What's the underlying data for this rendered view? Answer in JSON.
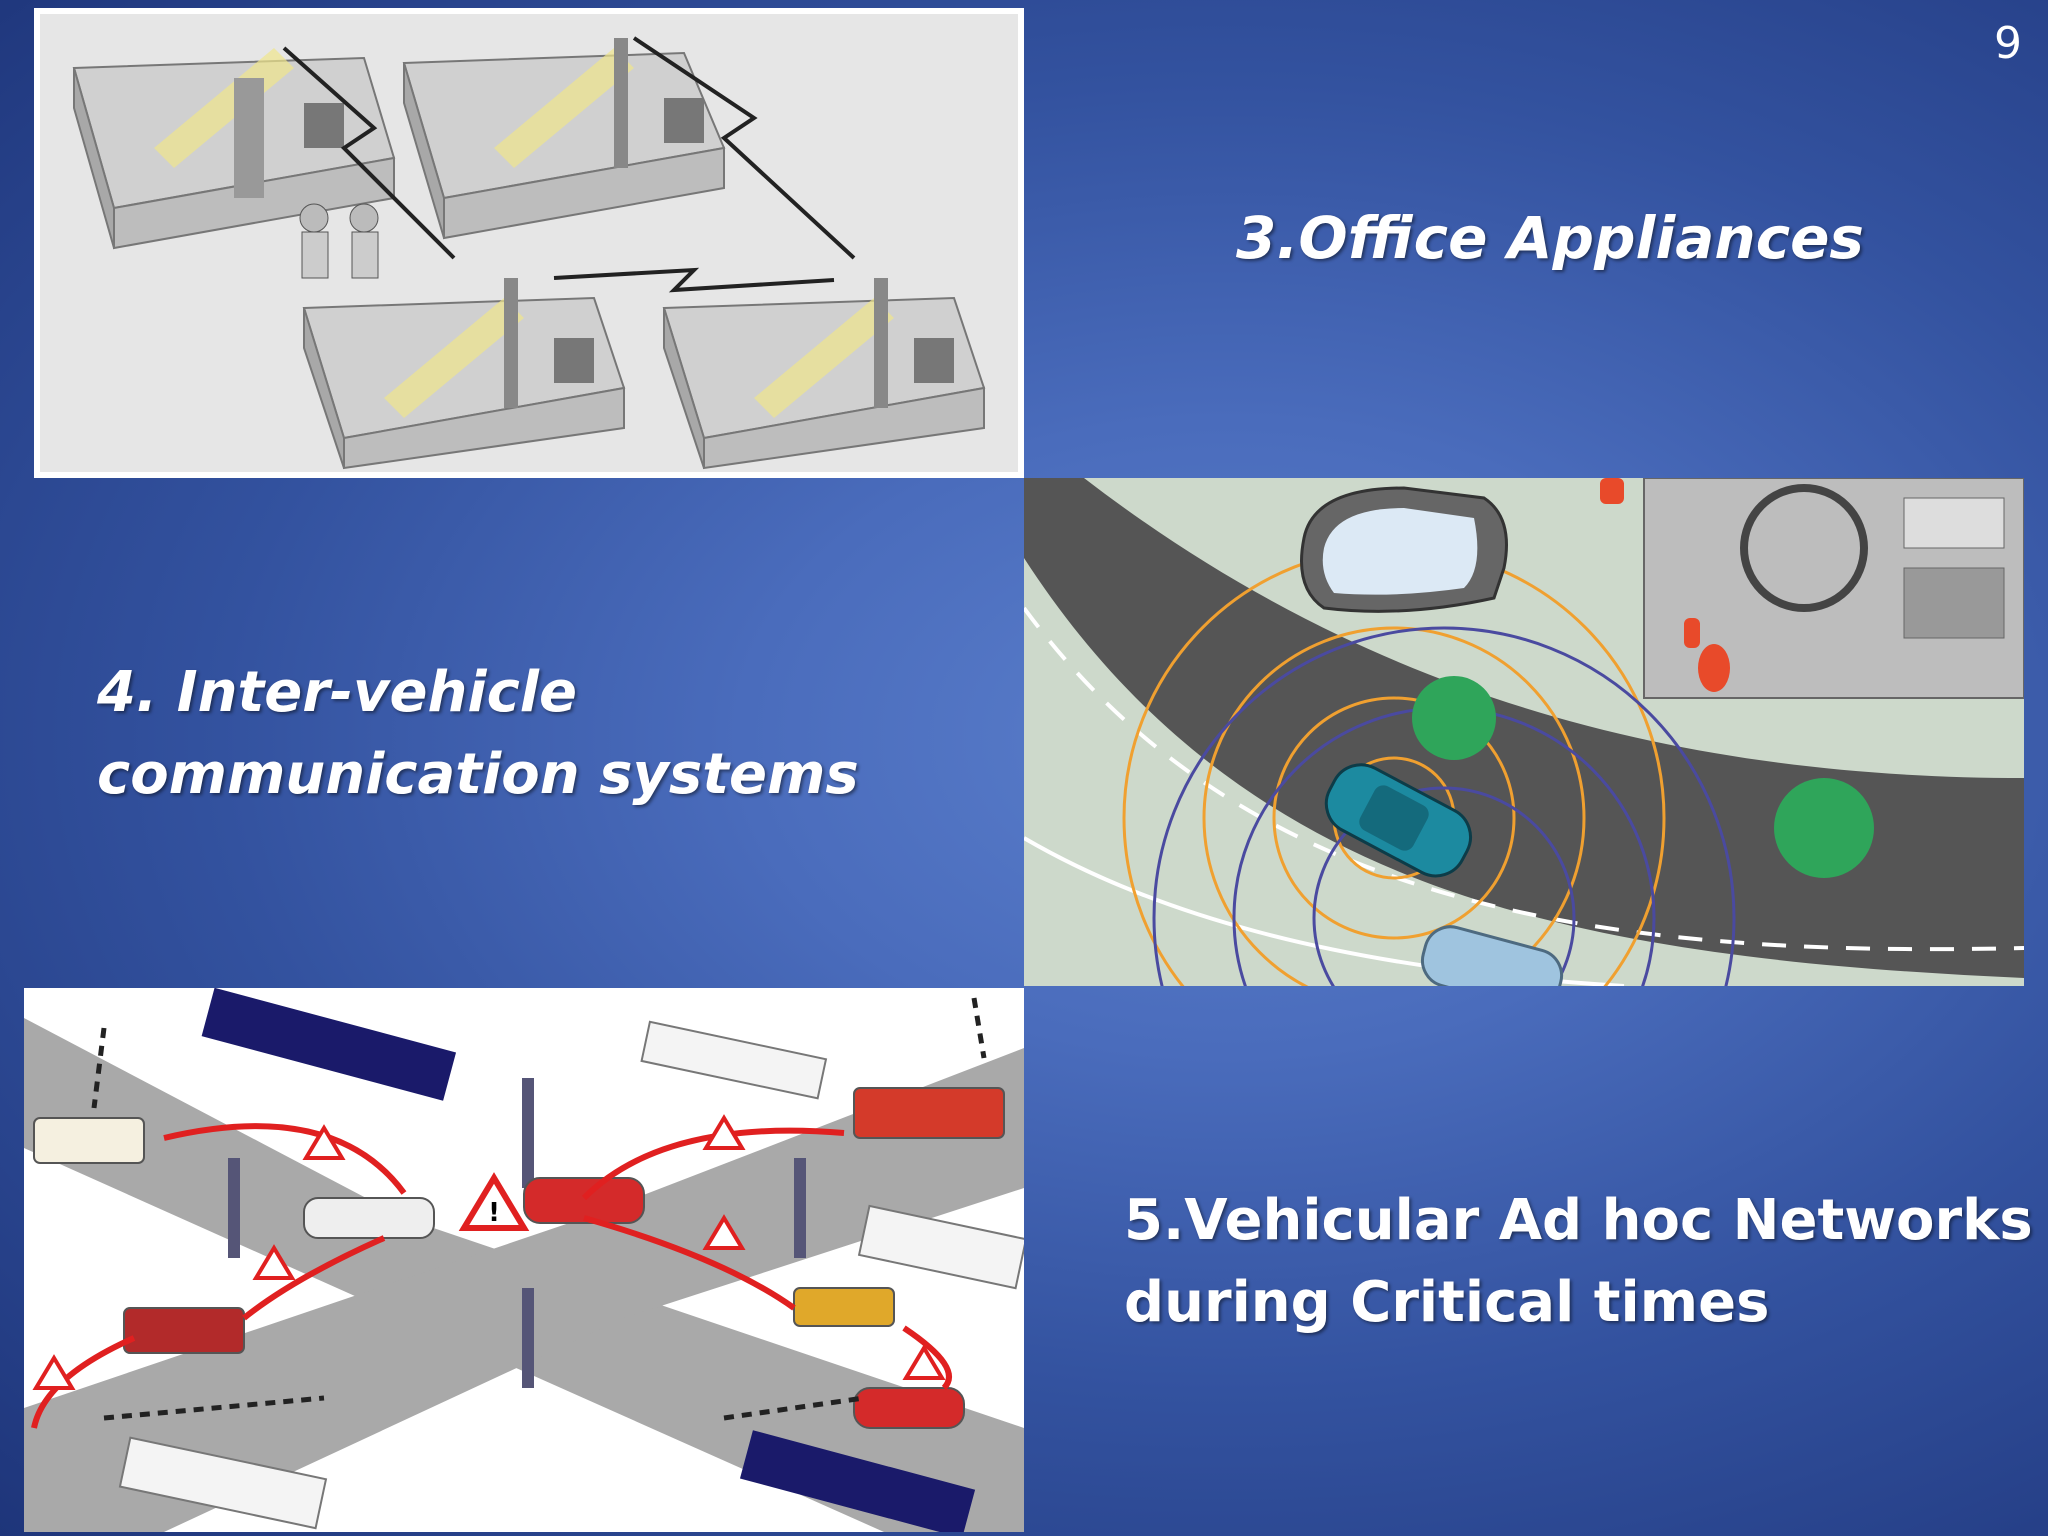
{
  "slide": {
    "number": "9"
  },
  "captions": {
    "office": "3.Office Appliances",
    "intervehicle_line1": "4. Inter-vehicle",
    "intervehicle_line2": "communication systems",
    "vanet_line1": "5.Vehicular Ad hoc Networks",
    "vanet_line2": "during Critical times"
  },
  "colors": {
    "background": "#3a5aa8",
    "caption_text": "#ffffff",
    "signal_ring_orange": "#f0a030",
    "signal_ring_blue": "#4a4aa0",
    "alert_red": "#e02020"
  },
  "illustrations": {
    "office": "office-rooms-wireless-illustration",
    "intervehicle": "car-signal-rings-illustration",
    "vanet": "intersection-vehicle-alerts-illustration"
  }
}
